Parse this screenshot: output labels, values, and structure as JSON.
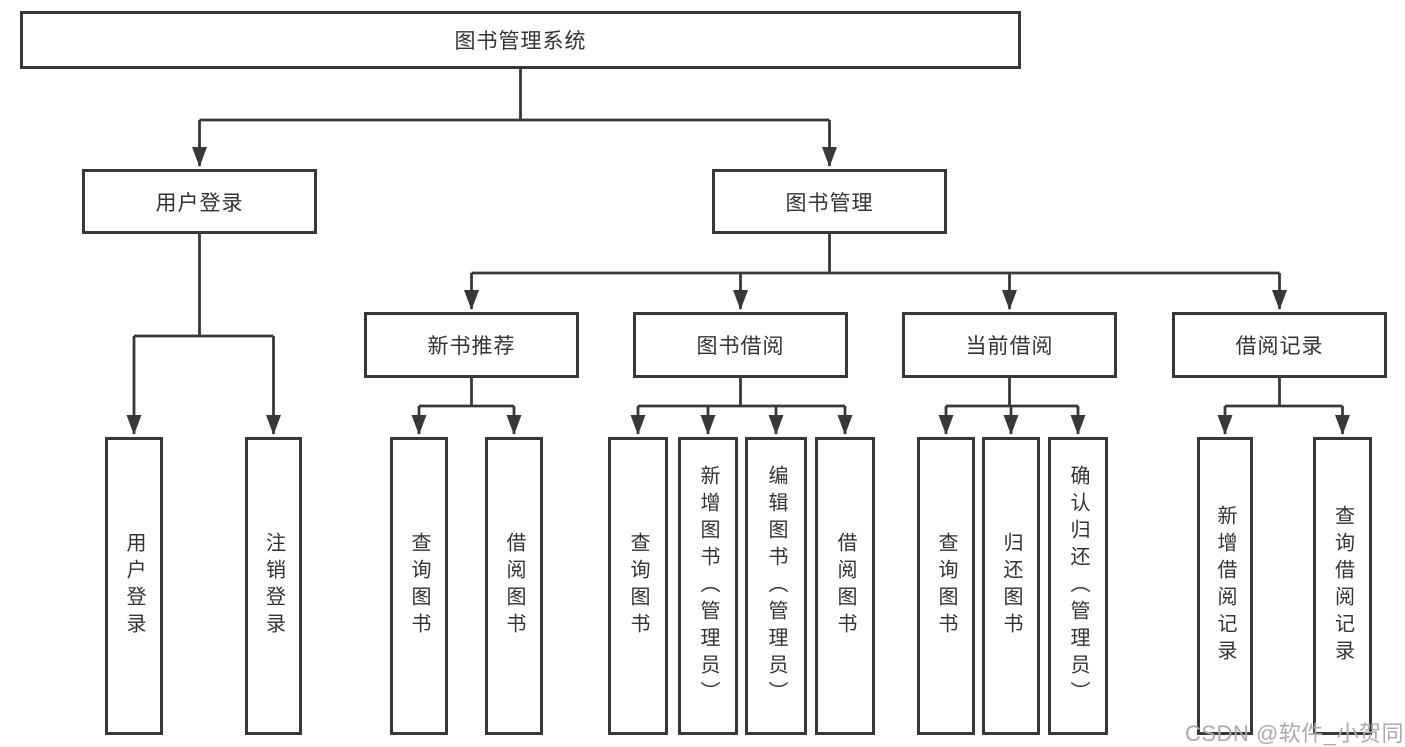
{
  "tree": {
    "label": "图书管理系统",
    "children": [
      {
        "label": "用户登录",
        "children": [
          {
            "label": "用户登录"
          },
          {
            "label": "注销登录"
          }
        ]
      },
      {
        "label": "图书管理",
        "children": [
          {
            "label": "新书推荐",
            "children": [
              {
                "label": "查询图书"
              },
              {
                "label": "借阅图书"
              }
            ]
          },
          {
            "label": "图书借阅",
            "children": [
              {
                "label": "查询图书"
              },
              {
                "label": "新增图书（管理员）"
              },
              {
                "label": "编辑图书（管理员）"
              },
              {
                "label": "借阅图书"
              }
            ]
          },
          {
            "label": "当前借阅",
            "children": [
              {
                "label": "查询图书"
              },
              {
                "label": "归还图书"
              },
              {
                "label": "确认归还（管理员）"
              }
            ]
          },
          {
            "label": "借阅记录",
            "children": [
              {
                "label": "新增借阅记录"
              },
              {
                "label": "查询借阅记录"
              }
            ]
          }
        ]
      }
    ]
  },
  "watermark": "CSDN @软件_小贺同学",
  "colors": {
    "line": "#383838",
    "text": "#333333",
    "watermark": "#ababab",
    "background": "#ffffff"
  }
}
